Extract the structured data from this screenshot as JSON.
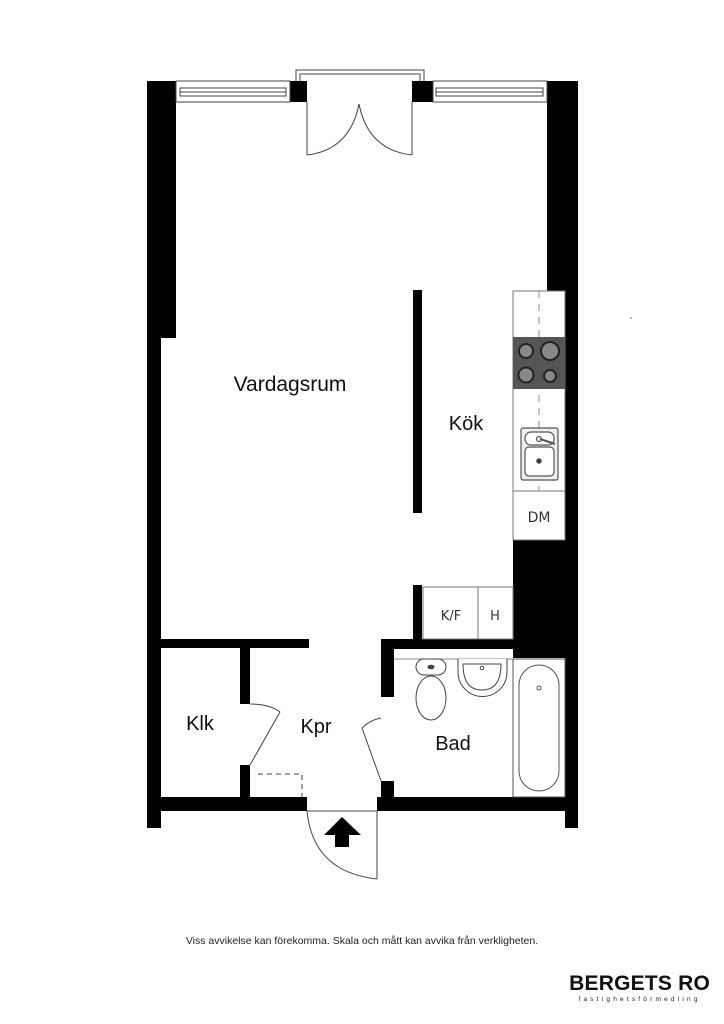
{
  "floorplan": {
    "rooms": {
      "vardagsrum": "Vardagsrum",
      "kok": "Kök",
      "klk": "Klk",
      "kpr": "Kpr",
      "bad": "Bad"
    },
    "fixtures": {
      "dishwasher": "DM",
      "fridge_freezer": "K/F",
      "cabinet": "H"
    },
    "icons": {
      "entrance": "entrance-arrow-icon",
      "stove": "stove-icon",
      "sink": "kitchen-sink-icon",
      "toilet": "toilet-icon",
      "washbasin": "washbasin-icon",
      "bathtub": "bathtub-icon",
      "balcony_door": "balcony-double-door-icon"
    },
    "colors": {
      "wall": "#000000",
      "stove": "#555555",
      "line": "#555555"
    }
  },
  "footer": {
    "disclaimer": "Viss avvikelse kan förekomma. Skala och mått kan avvika från verkligheten.",
    "brand_name": "BERGETS RO",
    "brand_tagline": "fastighetsförmedling"
  }
}
